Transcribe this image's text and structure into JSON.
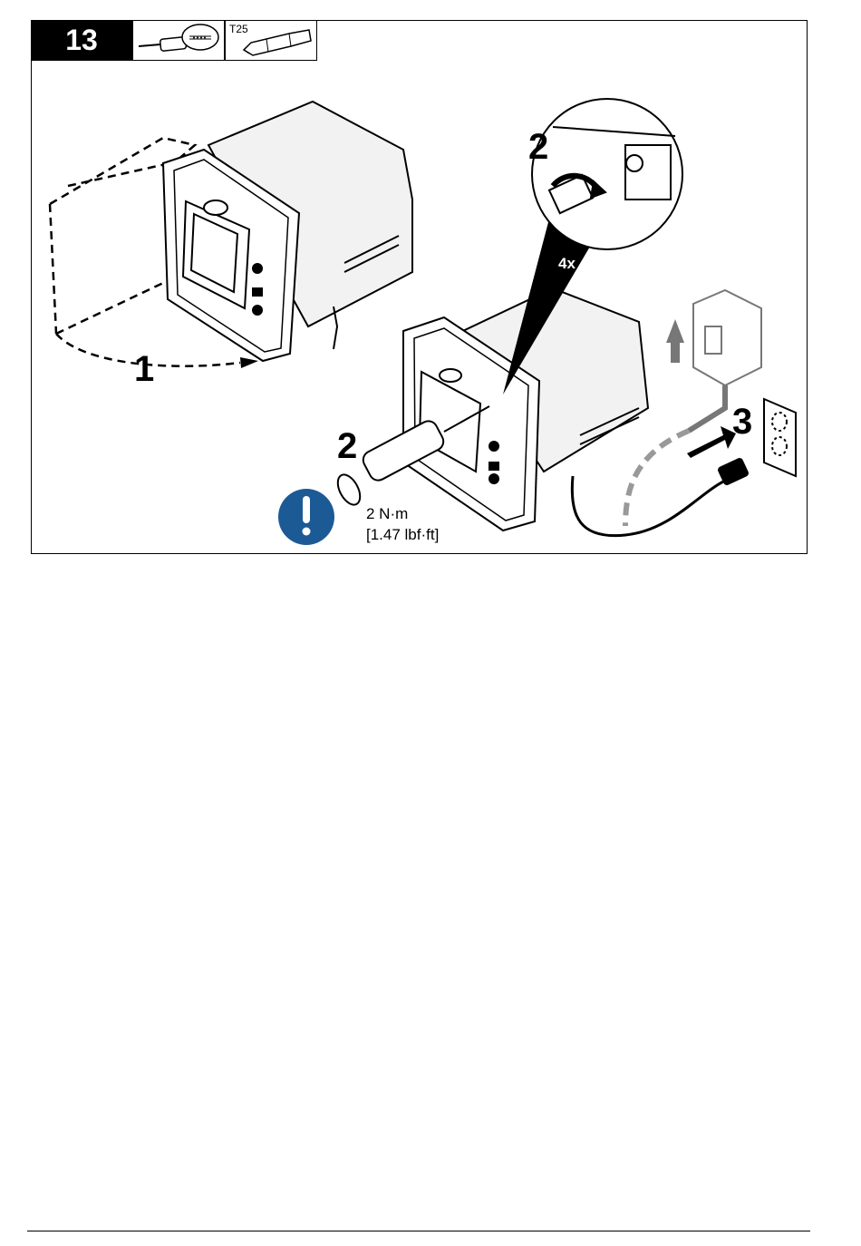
{
  "step": {
    "number": "13"
  },
  "tools": {
    "bit_label": "T25"
  },
  "callouts": {
    "step1": "1",
    "step2_zoom": "2",
    "step2": "2",
    "step3": "3",
    "repeat": "4x"
  },
  "torque": {
    "metric": "2 N·m",
    "imperial": "[1.47 lbf·ft]"
  },
  "icons": [
    "torque-screwdriver-icon",
    "torx-bit-icon",
    "notice-exclamation-icon",
    "power-switch-icon",
    "wall-outlet-icon",
    "power-plug-icon"
  ]
}
